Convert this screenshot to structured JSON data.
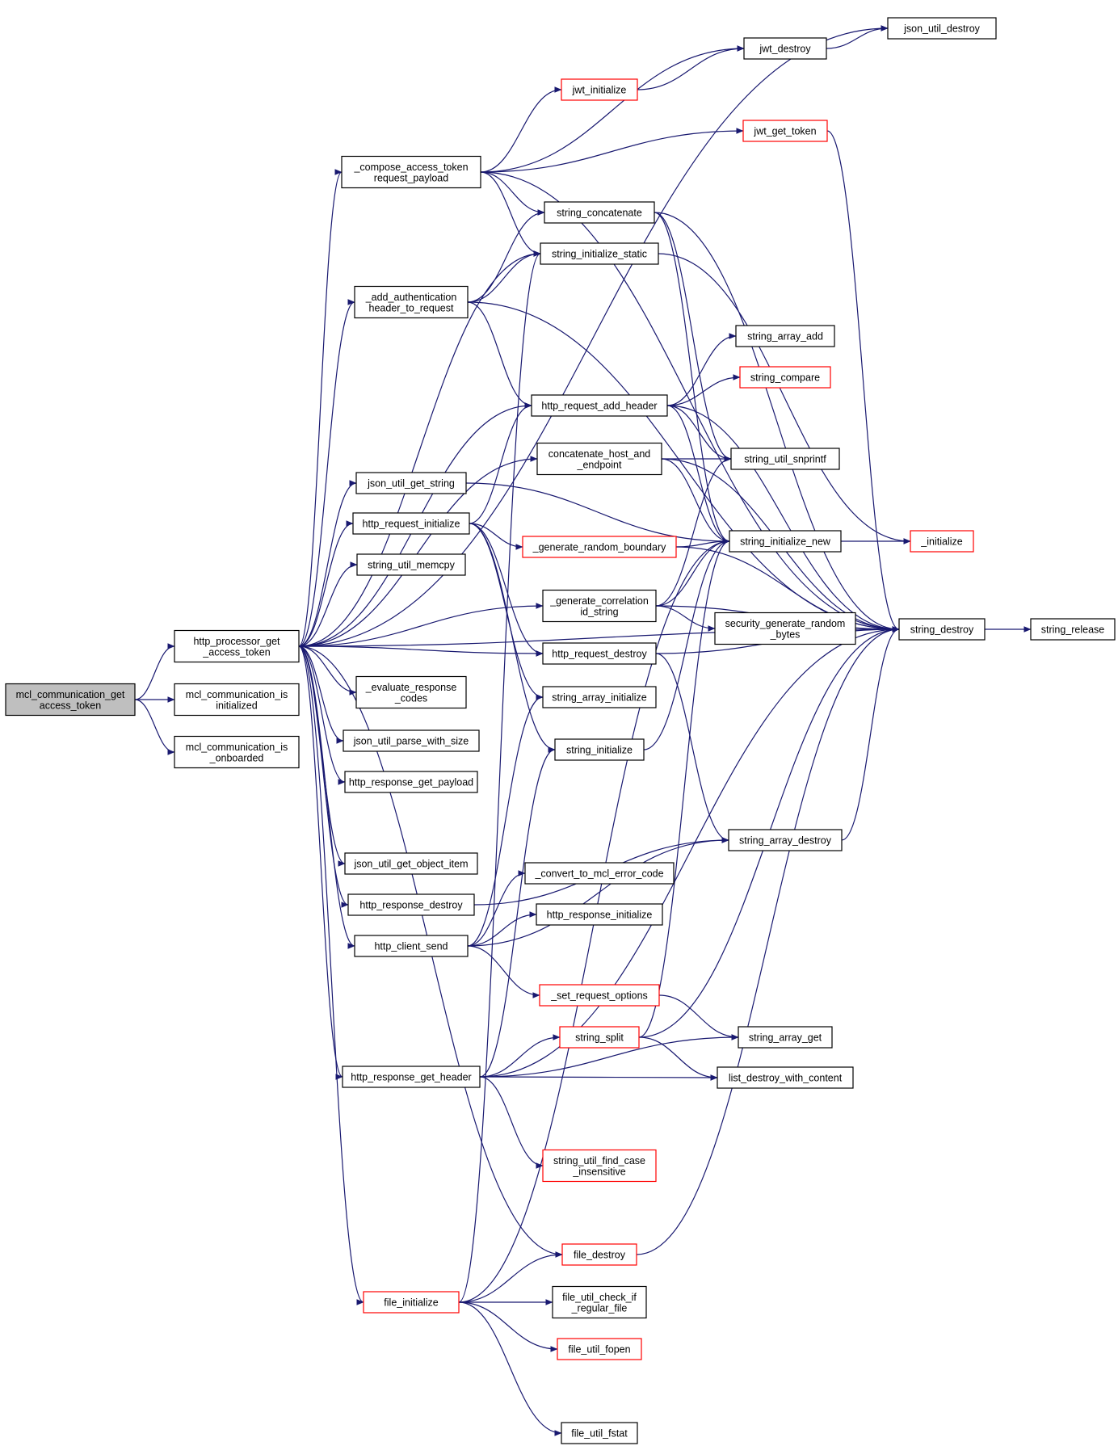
{
  "colors": {
    "edge": "#191970",
    "node_border": "#000000",
    "node_border_truncated": "#ff0000",
    "root_fill": "#bfbfbf"
  },
  "nodes": [
    {
      "id": "root",
      "lines": [
        "mcl_communication_get",
        "access_token"
      ],
      "style": "root"
    },
    {
      "id": "http_processor",
      "lines": [
        "http_processor_get",
        "_access_token"
      ],
      "style": "normal"
    },
    {
      "id": "is_init",
      "lines": [
        "mcl_communication_is",
        "initialized"
      ],
      "style": "normal"
    },
    {
      "id": "is_onboarded",
      "lines": [
        "mcl_communication_is",
        "_onboarded"
      ],
      "style": "normal"
    },
    {
      "id": "compose",
      "lines": [
        "_compose_access_token",
        "request_payload"
      ],
      "style": "normal"
    },
    {
      "id": "add_auth",
      "lines": [
        "_add_authentication",
        "header_to_request"
      ],
      "style": "normal"
    },
    {
      "id": "json_get_string",
      "lines": [
        "json_util_get_string"
      ],
      "style": "normal"
    },
    {
      "id": "http_req_init",
      "lines": [
        "http_request_initialize"
      ],
      "style": "normal"
    },
    {
      "id": "memcpy",
      "lines": [
        "string_util_memcpy"
      ],
      "style": "normal"
    },
    {
      "id": "eval_resp",
      "lines": [
        "_evaluate_response",
        "_codes"
      ],
      "style": "normal"
    },
    {
      "id": "json_parse",
      "lines": [
        "json_util_parse_with_size"
      ],
      "style": "normal"
    },
    {
      "id": "resp_payload",
      "lines": [
        "http_response_get_payload"
      ],
      "style": "normal"
    },
    {
      "id": "json_obj",
      "lines": [
        "json_util_get_object_item"
      ],
      "style": "normal"
    },
    {
      "id": "resp_destroy",
      "lines": [
        "http_response_destroy"
      ],
      "style": "normal"
    },
    {
      "id": "client_send",
      "lines": [
        "http_client_send"
      ],
      "style": "normal"
    },
    {
      "id": "resp_header",
      "lines": [
        "http_response_get_header"
      ],
      "style": "normal"
    },
    {
      "id": "file_init",
      "lines": [
        "file_initialize"
      ],
      "style": "red"
    },
    {
      "id": "jwt_init",
      "lines": [
        "jwt_initialize"
      ],
      "style": "red"
    },
    {
      "id": "jwt_get_token",
      "lines": [
        "jwt_get_token"
      ],
      "style": "red"
    },
    {
      "id": "str_concat",
      "lines": [
        "string_concatenate"
      ],
      "style": "normal"
    },
    {
      "id": "str_init_static",
      "lines": [
        "string_initialize_static"
      ],
      "style": "normal"
    },
    {
      "id": "req_add_header",
      "lines": [
        "http_request_add_header"
      ],
      "style": "normal"
    },
    {
      "id": "concat_host",
      "lines": [
        "concatenate_host_and",
        "_endpoint"
      ],
      "style": "normal"
    },
    {
      "id": "gen_boundary",
      "lines": [
        "_generate_random_boundary"
      ],
      "style": "red"
    },
    {
      "id": "gen_corr",
      "lines": [
        "_generate_correlation",
        "id_string"
      ],
      "style": "normal"
    },
    {
      "id": "req_destroy",
      "lines": [
        "http_request_destroy"
      ],
      "style": "normal"
    },
    {
      "id": "arr_init",
      "lines": [
        "string_array_initialize"
      ],
      "style": "normal"
    },
    {
      "id": "str_init",
      "lines": [
        "string_initialize"
      ],
      "style": "normal"
    },
    {
      "id": "convert_err",
      "lines": [
        "_convert_to_mcl_error_code"
      ],
      "style": "normal"
    },
    {
      "id": "resp_init",
      "lines": [
        "http_response_initialize"
      ],
      "style": "normal"
    },
    {
      "id": "set_opts",
      "lines": [
        "_set_request_options"
      ],
      "style": "red"
    },
    {
      "id": "str_split",
      "lines": [
        "string_split"
      ],
      "style": "red"
    },
    {
      "id": "find_case",
      "lines": [
        "string_util_find_case",
        "_insensitive"
      ],
      "style": "red"
    },
    {
      "id": "file_destroy",
      "lines": [
        "file_destroy"
      ],
      "style": "red"
    },
    {
      "id": "file_check",
      "lines": [
        "file_util_check_if",
        "_regular_file"
      ],
      "style": "normal"
    },
    {
      "id": "file_fopen",
      "lines": [
        "file_util_fopen"
      ],
      "style": "red"
    },
    {
      "id": "file_fstat",
      "lines": [
        "file_util_fstat"
      ],
      "style": "normal"
    },
    {
      "id": "jwt_destroy",
      "lines": [
        "jwt_destroy"
      ],
      "style": "normal"
    },
    {
      "id": "json_destroy",
      "lines": [
        "json_util_destroy"
      ],
      "style": "normal"
    },
    {
      "id": "arr_add",
      "lines": [
        "string_array_add"
      ],
      "style": "normal"
    },
    {
      "id": "str_compare",
      "lines": [
        "string_compare"
      ],
      "style": "red"
    },
    {
      "id": "snprintf",
      "lines": [
        "string_util_snprintf"
      ],
      "style": "normal"
    },
    {
      "id": "str_init_new",
      "lines": [
        "string_initialize_new"
      ],
      "style": "normal"
    },
    {
      "id": "sec_rand",
      "lines": [
        "security_generate_random",
        "_bytes"
      ],
      "style": "normal"
    },
    {
      "id": "arr_destroy",
      "lines": [
        "string_array_destroy"
      ],
      "style": "normal"
    },
    {
      "id": "arr_get",
      "lines": [
        "string_array_get"
      ],
      "style": "normal"
    },
    {
      "id": "list_destroy",
      "lines": [
        "list_destroy_with_content"
      ],
      "style": "normal"
    },
    {
      "id": "initialize",
      "lines": [
        "_initialize"
      ],
      "style": "red"
    },
    {
      "id": "str_destroy",
      "lines": [
        "string_destroy"
      ],
      "style": "normal"
    },
    {
      "id": "str_release",
      "lines": [
        "string_release"
      ],
      "style": "normal"
    }
  ],
  "edges": [
    [
      "root",
      "http_processor"
    ],
    [
      "root",
      "is_init"
    ],
    [
      "root",
      "is_onboarded"
    ],
    [
      "http_processor",
      "compose"
    ],
    [
      "http_processor",
      "add_auth"
    ],
    [
      "http_processor",
      "json_get_string"
    ],
    [
      "http_processor",
      "http_req_init"
    ],
    [
      "http_processor",
      "memcpy"
    ],
    [
      "http_processor",
      "eval_resp"
    ],
    [
      "http_processor",
      "json_parse"
    ],
    [
      "http_processor",
      "resp_payload"
    ],
    [
      "http_processor",
      "json_obj"
    ],
    [
      "http_processor",
      "resp_destroy"
    ],
    [
      "http_processor",
      "client_send"
    ],
    [
      "http_processor",
      "resp_header"
    ],
    [
      "http_processor",
      "file_init"
    ],
    [
      "http_processor",
      "json_destroy"
    ],
    [
      "http_processor",
      "str_init_static"
    ],
    [
      "http_processor",
      "req_add_header"
    ],
    [
      "http_processor",
      "concat_host"
    ],
    [
      "http_processor",
      "gen_corr"
    ],
    [
      "http_processor",
      "req_destroy"
    ],
    [
      "http_processor",
      "str_destroy"
    ],
    [
      "http_processor",
      "file_destroy"
    ],
    [
      "compose",
      "jwt_init"
    ],
    [
      "compose",
      "jwt_get_token"
    ],
    [
      "compose",
      "str_concat"
    ],
    [
      "compose",
      "str_init_static"
    ],
    [
      "compose",
      "jwt_destroy"
    ],
    [
      "compose",
      "str_destroy"
    ],
    [
      "add_auth",
      "str_concat"
    ],
    [
      "add_auth",
      "str_init_static"
    ],
    [
      "add_auth",
      "req_add_header"
    ],
    [
      "add_auth",
      "str_destroy"
    ],
    [
      "jwt_init",
      "jwt_destroy"
    ],
    [
      "jwt_destroy",
      "json_destroy"
    ],
    [
      "jwt_get_token",
      "str_destroy"
    ],
    [
      "str_concat",
      "snprintf"
    ],
    [
      "str_concat",
      "str_init_new"
    ],
    [
      "str_concat",
      "str_destroy"
    ],
    [
      "str_init_static",
      "initialize"
    ],
    [
      "req_add_header",
      "arr_add"
    ],
    [
      "req_add_header",
      "str_compare"
    ],
    [
      "req_add_header",
      "snprintf"
    ],
    [
      "req_add_header",
      "str_init_new"
    ],
    [
      "req_add_header",
      "str_destroy"
    ],
    [
      "concat_host",
      "snprintf"
    ],
    [
      "concat_host",
      "str_init_new"
    ],
    [
      "concat_host",
      "str_destroy"
    ],
    [
      "json_get_string",
      "str_init_new"
    ],
    [
      "http_req_init",
      "req_add_header"
    ],
    [
      "http_req_init",
      "gen_boundary"
    ],
    [
      "http_req_init",
      "req_destroy"
    ],
    [
      "http_req_init",
      "arr_init"
    ],
    [
      "http_req_init",
      "str_init"
    ],
    [
      "gen_boundary",
      "str_init_new"
    ],
    [
      "gen_boundary",
      "str_destroy"
    ],
    [
      "gen_corr",
      "snprintf"
    ],
    [
      "gen_corr",
      "str_init_new"
    ],
    [
      "gen_corr",
      "sec_rand"
    ],
    [
      "gen_corr",
      "str_destroy"
    ],
    [
      "req_destroy",
      "arr_destroy"
    ],
    [
      "req_destroy",
      "str_destroy"
    ],
    [
      "str_init",
      "str_init_new"
    ],
    [
      "str_init_new",
      "initialize"
    ],
    [
      "str_destroy",
      "str_release"
    ],
    [
      "arr_destroy",
      "str_destroy"
    ],
    [
      "resp_destroy",
      "arr_destroy"
    ],
    [
      "client_send",
      "convert_err"
    ],
    [
      "client_send",
      "resp_init"
    ],
    [
      "client_send",
      "set_opts"
    ],
    [
      "client_send",
      "arr_destroy"
    ],
    [
      "client_send",
      "arr_init"
    ],
    [
      "set_opts",
      "arr_get"
    ],
    [
      "resp_header",
      "str_split"
    ],
    [
      "resp_header",
      "arr_get"
    ],
    [
      "resp_header",
      "list_destroy"
    ],
    [
      "resp_header",
      "find_case"
    ],
    [
      "resp_header",
      "str_destroy"
    ],
    [
      "resp_header",
      "str_init"
    ],
    [
      "str_split",
      "str_init_new"
    ],
    [
      "str_split",
      "list_destroy"
    ],
    [
      "str_split",
      "str_destroy"
    ],
    [
      "file_init",
      "file_destroy"
    ],
    [
      "file_init",
      "file_check"
    ],
    [
      "file_init",
      "file_fopen"
    ],
    [
      "file_init",
      "file_fstat"
    ],
    [
      "file_init",
      "str_init_static"
    ],
    [
      "file_init",
      "str_init_new"
    ],
    [
      "file_destroy",
      "str_destroy"
    ]
  ]
}
